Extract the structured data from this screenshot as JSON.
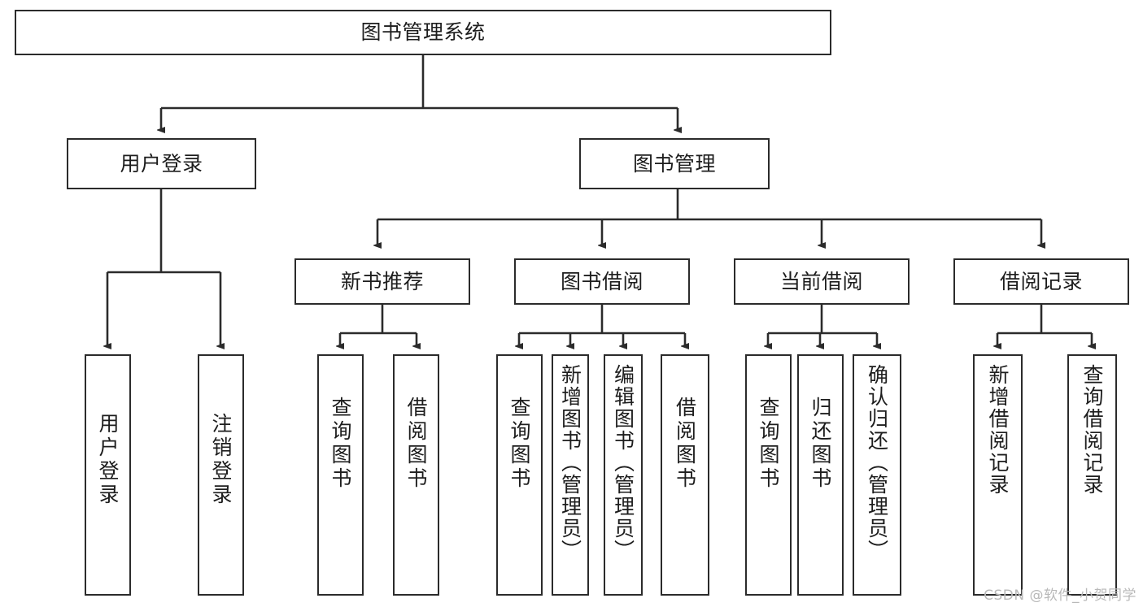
{
  "diagram": {
    "type": "tree-hierarchy-chart",
    "title": "图书管理系统",
    "watermark": "CSDN @软件_小贺同学",
    "colors": {
      "box_border": "#2b2b2b",
      "box_fill": "#ffffff",
      "edge": "#2b2b2b",
      "text": "#1d1d1d",
      "watermark": "#b9b9b9",
      "background": "#ffffff"
    },
    "levels": {
      "root": {
        "label": "图书管理系统"
      },
      "level2": [
        {
          "id": "user-login",
          "label": "用户登录"
        },
        {
          "id": "book-management",
          "label": "图书管理"
        }
      ],
      "level3": [
        {
          "id": "new-book-recommend",
          "label": "新书推荐",
          "parent": "book-management"
        },
        {
          "id": "book-borrow",
          "label": "图书借阅",
          "parent": "book-management"
        },
        {
          "id": "current-borrow",
          "label": "当前借阅",
          "parent": "book-management"
        },
        {
          "id": "borrow-record",
          "label": "借阅记录",
          "parent": "book-management"
        }
      ],
      "leaves": [
        {
          "id": "leaf-user-login",
          "label": "用户登录",
          "parent": "user-login"
        },
        {
          "id": "leaf-logout-login",
          "label": "注销登录",
          "parent": "user-login"
        },
        {
          "id": "leaf-query-book-1",
          "label": "查询图书",
          "parent": "new-book-recommend"
        },
        {
          "id": "leaf-borrow-book-1",
          "label": "借阅图书",
          "parent": "new-book-recommend"
        },
        {
          "id": "leaf-query-book-2",
          "label": "查询图书",
          "parent": "book-borrow"
        },
        {
          "id": "leaf-add-book-admin",
          "label": "新增图书（管理员）",
          "parent": "book-borrow"
        },
        {
          "id": "leaf-edit-book-admin",
          "label": "编辑图书（管理员）",
          "parent": "book-borrow"
        },
        {
          "id": "leaf-borrow-book-2",
          "label": "借阅图书",
          "parent": "book-borrow"
        },
        {
          "id": "leaf-query-book-3",
          "label": "查询图书",
          "parent": "current-borrow"
        },
        {
          "id": "leaf-return-book",
          "label": "归还图书",
          "parent": "current-borrow"
        },
        {
          "id": "leaf-confirm-return-admin",
          "label": "确认归还（管理员）",
          "parent": "current-borrow"
        },
        {
          "id": "leaf-add-borrow-record",
          "label": "新增借阅记录",
          "parent": "borrow-record"
        },
        {
          "id": "leaf-query-borrow-record",
          "label": "查询借阅记录",
          "parent": "borrow-record"
        }
      ]
    }
  }
}
